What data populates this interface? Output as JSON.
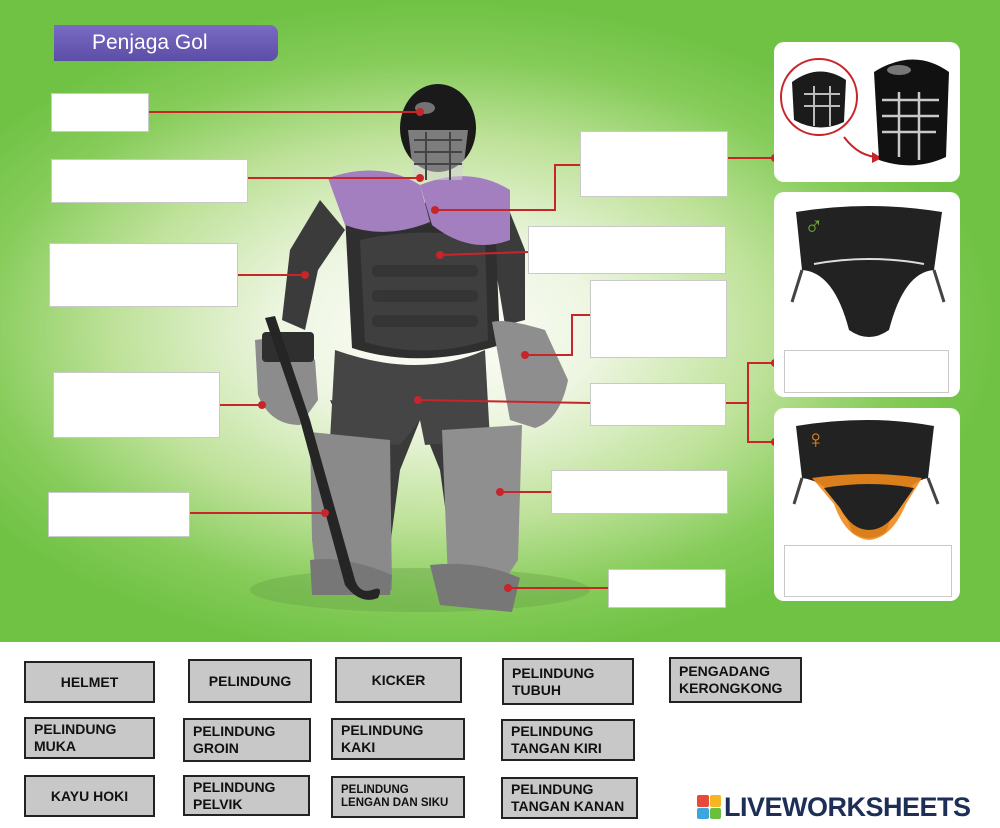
{
  "header": {
    "title": "Penjaga Gol"
  },
  "word_bank": [
    "HELMET",
    "PELINDUNG",
    "KICKER",
    "PELINDUNG TUBUH",
    "PENGADANG KERONGKONG",
    "PELINDUNG MUKA",
    "PELINDUNG GROIN",
    "PELINDUNG KAKI",
    "PELINDUNG TANGAN KIRI",
    "PELINDUNG LENGAN DAN SIKU",
    "KAYU HOKI",
    "PELINDUNG PELVIK",
    "PELINDUNG TANGAN KANAN"
  ],
  "panels": {
    "male_symbol": "♂",
    "female_symbol": "♀"
  },
  "branding": {
    "logo_text": "LIVEWORKSHEETS"
  },
  "colors": {
    "leader_line": "#c7252a",
    "title_bg": "#6558b4",
    "chip_bg": "#c8c8c8",
    "shoulder_purple": "#a47fbf",
    "panel_male_accent": "#74b52e",
    "panel_female_accent": "#f08a1c"
  }
}
